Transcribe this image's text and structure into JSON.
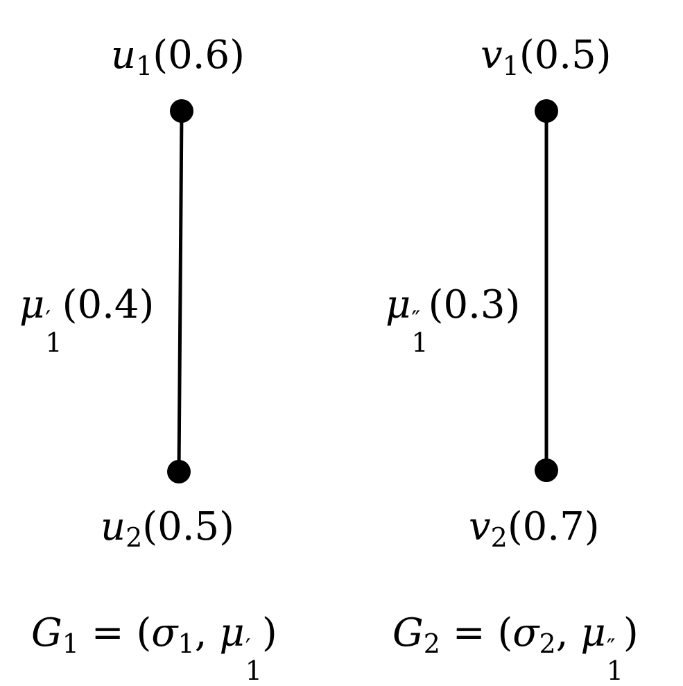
{
  "graphs": [
    {
      "id": "G1",
      "caption": {
        "name": "G",
        "sub": "1",
        "set": "σ",
        "set_sub": "1",
        "edge_fn": "μ",
        "edge_prime": "′",
        "edge_sub": "1"
      },
      "vertices": [
        {
          "name": "u",
          "sub": "1",
          "value": "(0.6)"
        },
        {
          "name": "u",
          "sub": "2",
          "value": "(0.5)"
        }
      ],
      "edge": {
        "name": "μ",
        "prime": "′",
        "sub": "1",
        "value": "(0.4)"
      }
    },
    {
      "id": "G2",
      "caption": {
        "name": "G",
        "sub": "2",
        "set": "σ",
        "set_sub": "2",
        "edge_fn": "μ",
        "edge_prime": "″",
        "edge_sub": "1"
      },
      "vertices": [
        {
          "name": "v",
          "sub": "1",
          "value": "(0.5)"
        },
        {
          "name": "v",
          "sub": "2",
          "value": "(0.7)"
        }
      ],
      "edge": {
        "name": "μ",
        "prime": "″",
        "sub": "1",
        "value": "(0.3)"
      }
    }
  ],
  "symbols": {
    "equals": " = (",
    "comma": ", ",
    "close": ")"
  },
  "colors": {
    "ink": "#000000",
    "background": "#ffffff"
  }
}
